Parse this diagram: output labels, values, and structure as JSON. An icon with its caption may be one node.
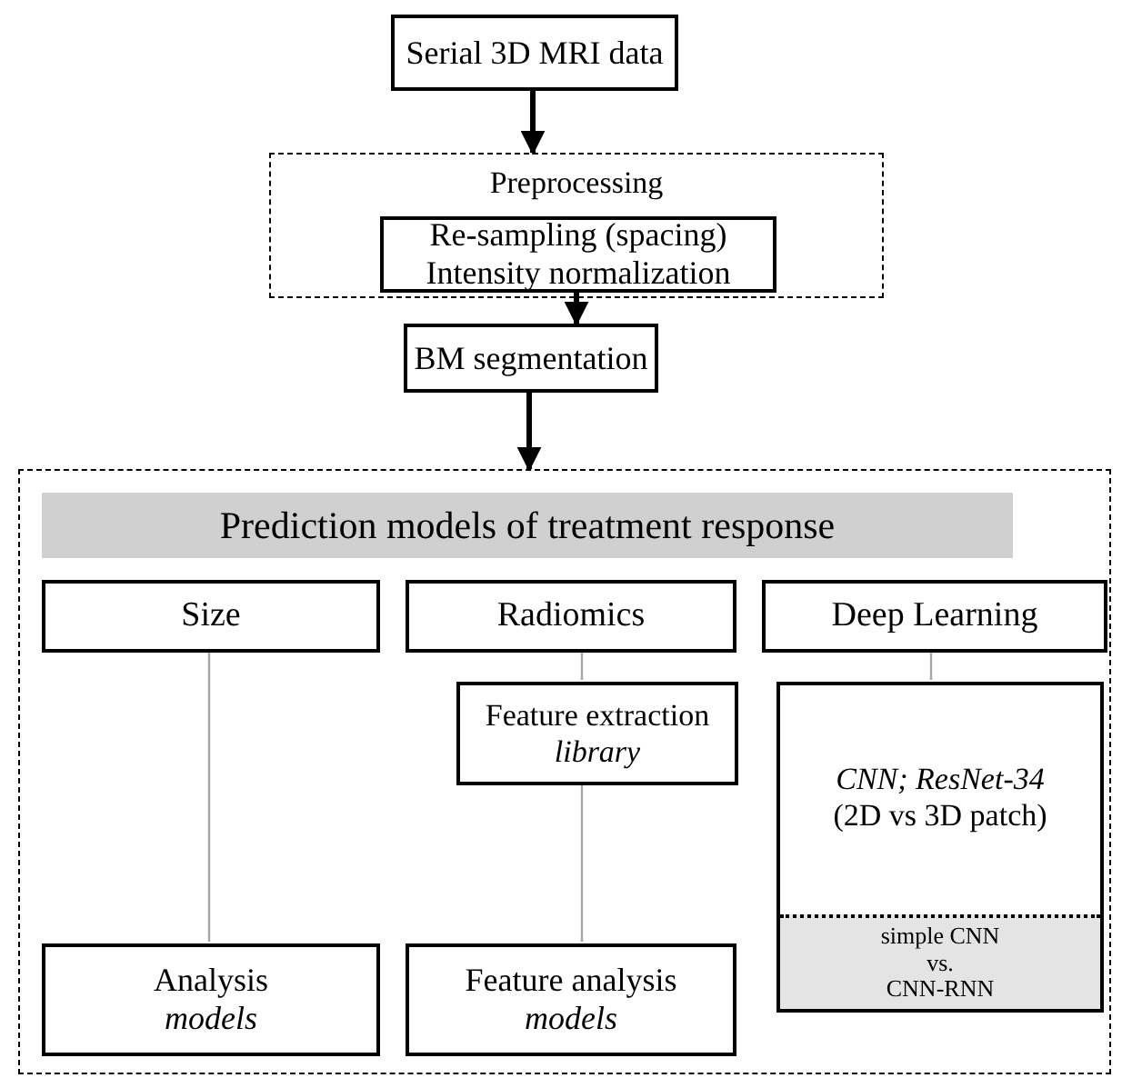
{
  "diagram": {
    "nodes": [
      {
        "text": [
          "Serial 3D MRI data"
        ]
      },
      {
        "text": [
          "Preprocessing"
        ]
      },
      {
        "text": [
          "Re-sampling (spacing)",
          "Intensity normalization"
        ],
        "in": 1
      },
      {
        "text": [
          "BM segmentation"
        ]
      },
      {
        "text": [],
        "shape": "box"
      },
      {
        "text": [
          "Prediction models of treatment response"
        ],
        "in": 4
      },
      {
        "text": [
          "Size"
        ],
        "in": 4
      },
      {
        "text": [
          "Radiomics"
        ],
        "in": 4
      },
      {
        "text": [
          "Deep Learning"
        ],
        "in": 4
      },
      {
        "text": [
          "Feature extraction",
          "library"
        ],
        "in": 4
      },
      {
        "text": [
          "CNN; ResNet-34",
          "(2D vs 3D patch)"
        ],
        "in": 4
      },
      {
        "text": [
          "simple CNN",
          "vs.",
          "CNN-RNN"
        ],
        "in": 10
      },
      {
        "text": [
          "Analysis",
          "models"
        ],
        "in": 4
      },
      {
        "text": [
          "Feature analysis",
          "models"
        ],
        "in": 4
      }
    ],
    "edges": [
      {
        "from": 0,
        "to": 1,
        "arrow": "to",
        "color": "#000000",
        "style": "thick"
      },
      {
        "from": 2,
        "to": 3,
        "arrow": "to",
        "color": "#000000",
        "style": "thick"
      },
      {
        "from": 3,
        "to": 4,
        "arrow": "to",
        "color": "#000000",
        "style": "thick"
      },
      {
        "from": 6,
        "to": 12,
        "arrow": "none"
      },
      {
        "from": 7,
        "to": 9,
        "arrow": "none"
      },
      {
        "from": 9,
        "to": 13,
        "arrow": "none"
      },
      {
        "from": 8,
        "to": 10,
        "arrow": "none"
      }
    ]
  }
}
